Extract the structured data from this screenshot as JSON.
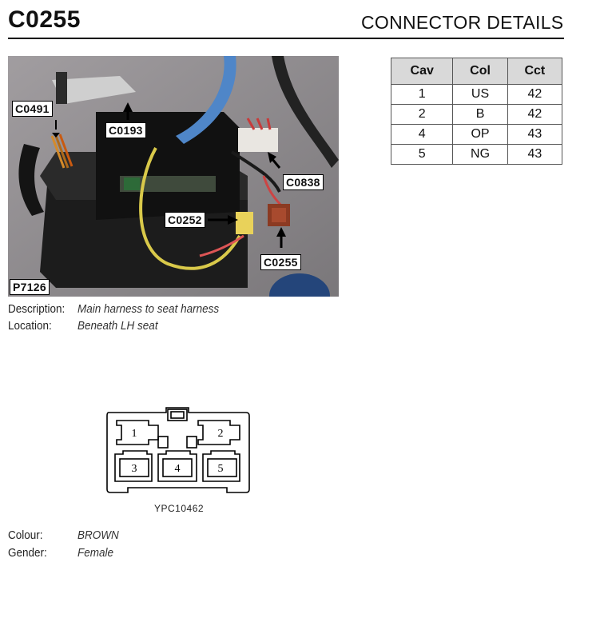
{
  "header": {
    "connector_code": "C0255",
    "section_title": "CONNECTOR DETAILS"
  },
  "photo": {
    "callouts": [
      "C0491",
      "C0193",
      "C0838",
      "C0252",
      "C0255",
      "P7126"
    ]
  },
  "pin_table": {
    "headers": [
      "Cav",
      "Col",
      "Cct"
    ],
    "rows": [
      [
        "1",
        "US",
        "42"
      ],
      [
        "2",
        "B",
        "42"
      ],
      [
        "4",
        "OP",
        "43"
      ],
      [
        "5",
        "NG",
        "43"
      ]
    ]
  },
  "details": {
    "description_label": "Description:",
    "description_value": "Main harness to seat harness",
    "location_label": "Location:",
    "location_value": "Beneath LH seat",
    "colour_label": "Colour:",
    "colour_value": "BROWN",
    "gender_label": "Gender:",
    "gender_value": "Female"
  },
  "diagram": {
    "cavity_numbers": [
      "1",
      "2",
      "3",
      "4",
      "5"
    ],
    "part_number": "YPC10462"
  }
}
